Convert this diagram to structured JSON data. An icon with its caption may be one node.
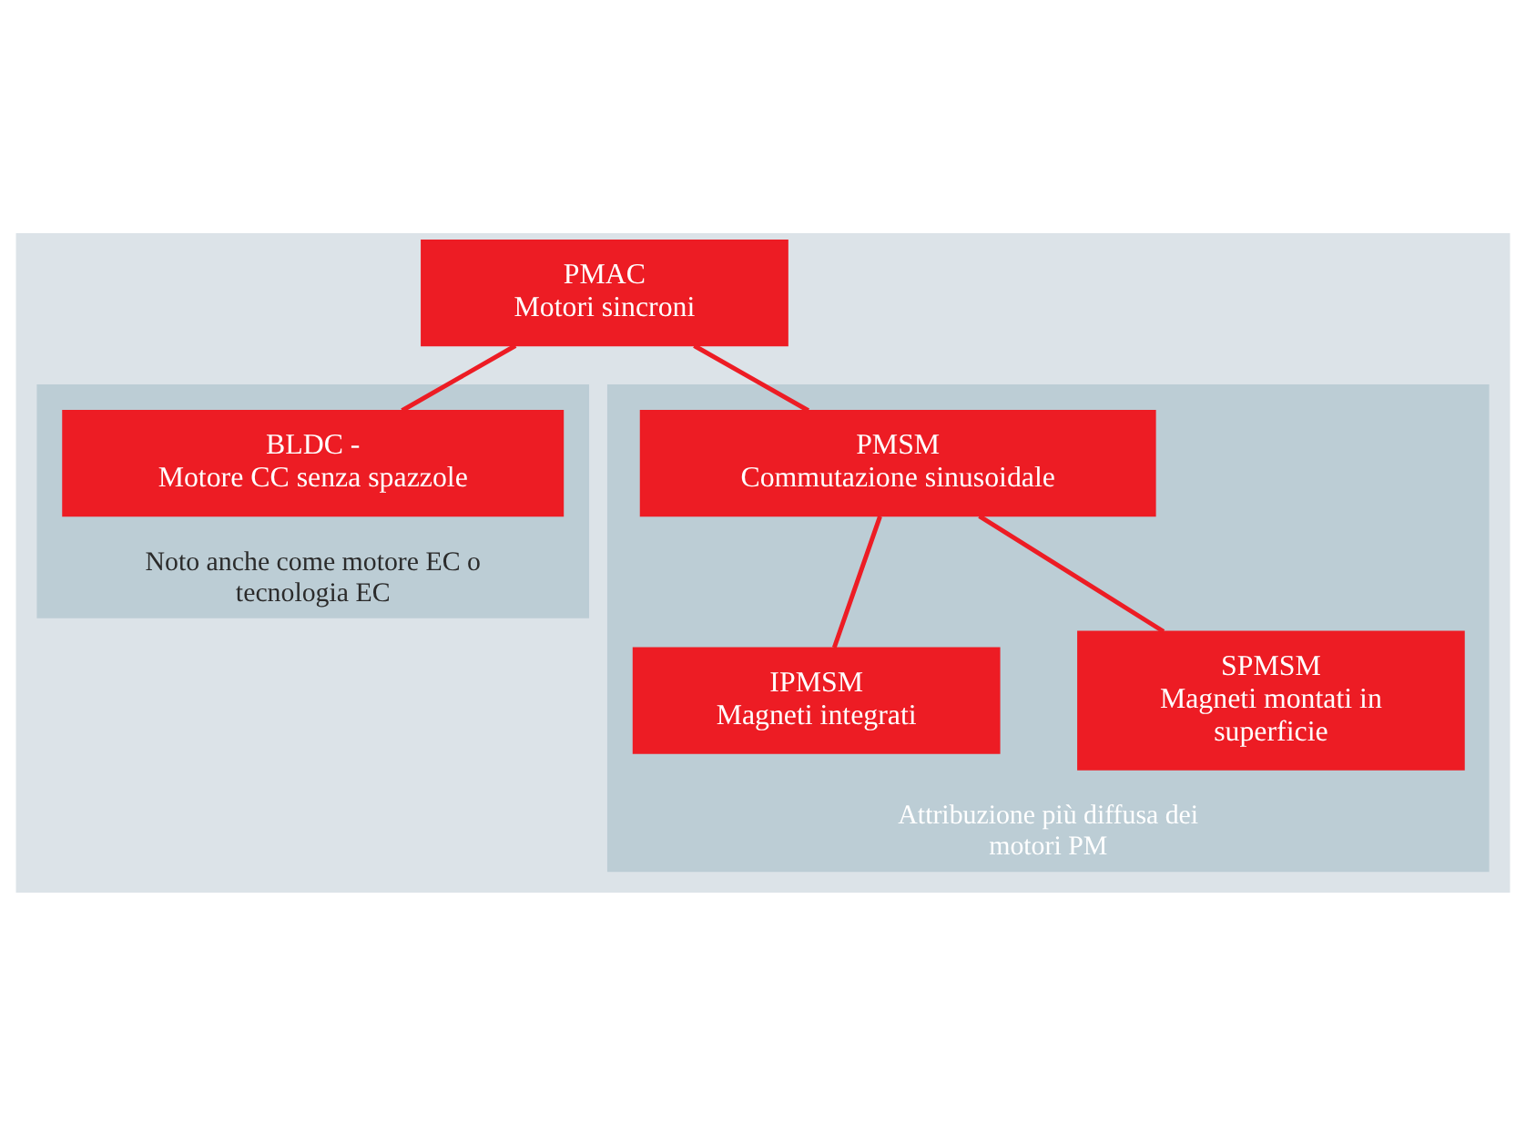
{
  "diagram": {
    "nodes": [
      {
        "text": [
          "PMAC",
          "Motori sincroni"
        ]
      },
      {
        "text": [
          "Noto anche come motore EC o tecnologia EC"
        ]
      },
      {
        "text": [
          "BLDC -",
          "Motore CC senza spazzole"
        ],
        "in": 1
      },
      {
        "text": [
          "Attribuzione più diffusa dei motori PM"
        ]
      },
      {
        "text": [
          "PMSM",
          "Commutazione sinusoidale"
        ],
        "in": 3
      },
      {
        "text": [
          "IPMSM",
          "Magneti integrati"
        ],
        "in": 3
      },
      {
        "text": [
          "SPMSM",
          "Magneti montati in superficie"
        ],
        "in": 3
      }
    ],
    "edges": [
      {
        "from": 0,
        "to": 2,
        "arrow": "none"
      },
      {
        "from": 0,
        "to": 4,
        "arrow": "none"
      },
      {
        "from": 4,
        "to": 5,
        "arrow": "none"
      },
      {
        "from": 4,
        "to": 6,
        "arrow": "none"
      }
    ]
  }
}
